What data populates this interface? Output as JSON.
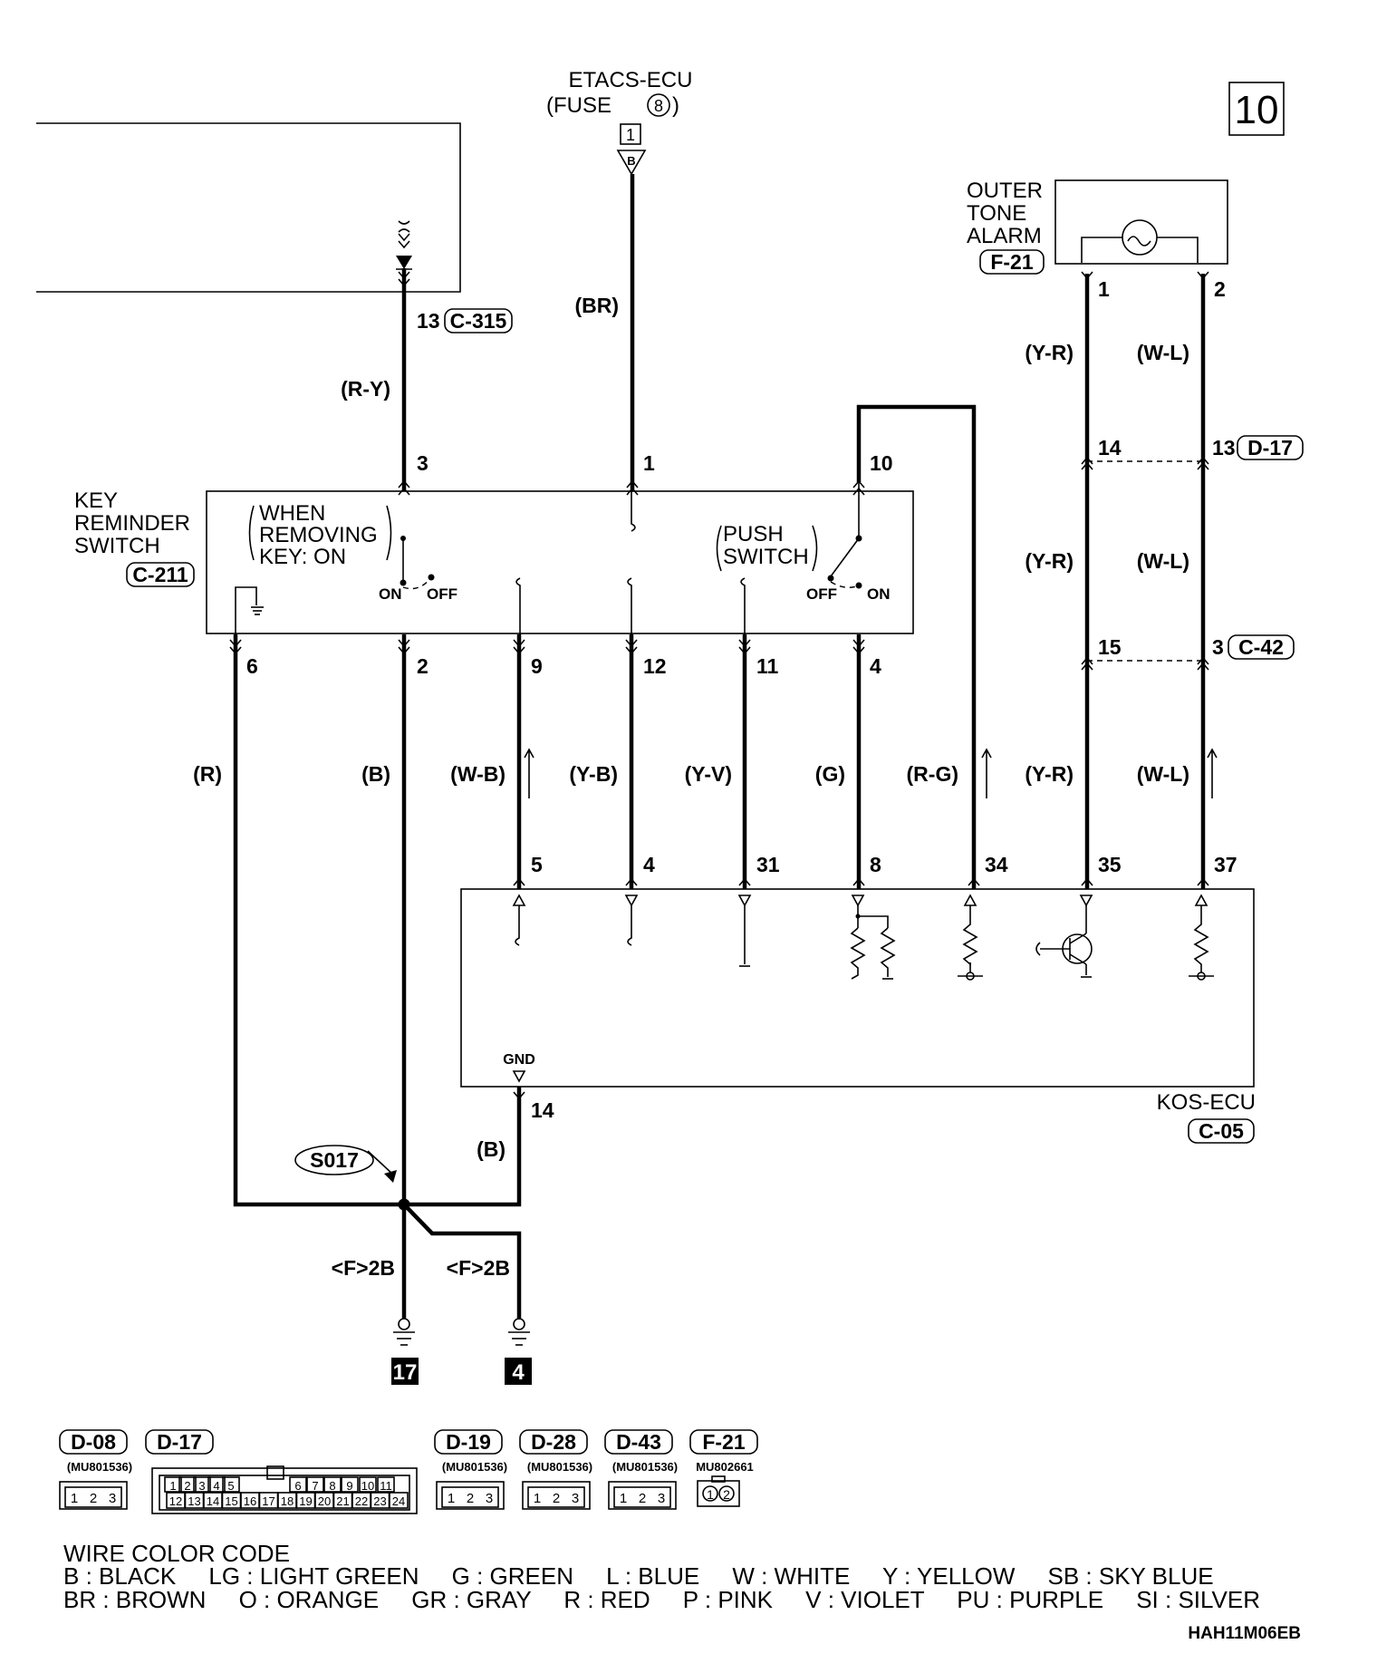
{
  "page_number": "10",
  "drawing_code": "HAH11M06EB",
  "sources": {
    "etacs_name": "ETACS-ECU",
    "etacs_fuse": "(FUSE",
    "etacs_fuse_num": "8",
    "etacs_fuse_close": ")",
    "etacs_terminal": "1",
    "etacs_letter": "B"
  },
  "components": {
    "outer_tone_alarm": {
      "line1": "OUTER",
      "line2": "TONE",
      "line3": "ALARM",
      "connector": "F-21"
    },
    "key_reminder_switch": {
      "line1": "KEY",
      "line2": "REMINDER",
      "line3": "SWITCH",
      "connector": "C-211"
    },
    "kos_ecu": {
      "name": "KOS-ECU",
      "connector": "C-05",
      "gnd_label": "GND"
    }
  },
  "switch_notes": {
    "removing_l1": "WHEN",
    "removing_l2": "REMOVING",
    "removing_l3": "KEY: ON",
    "push_l1": "PUSH",
    "push_l2": "SWITCH",
    "on": "ON",
    "off": "OFF"
  },
  "connectors": {
    "c315": "C-315",
    "d17": "D-17",
    "c42": "C-42"
  },
  "pins": {
    "c315_13": "13",
    "krs_3": "3",
    "krs_1": "1",
    "krs_10": "10",
    "krs_6": "6",
    "krs_2": "2",
    "krs_9": "9",
    "krs_12": "12",
    "krs_11": "11",
    "krs_4": "4",
    "ota_1": "1",
    "ota_2": "2",
    "d17_14": "14",
    "d17_13": "13",
    "c42_15": "15",
    "c42_3": "3",
    "kos_5": "5",
    "kos_4": "4",
    "kos_31": "31",
    "kos_8": "8",
    "kos_34": "34",
    "kos_35": "35",
    "kos_37": "37",
    "kos_14": "14"
  },
  "wires": {
    "ry": "(R-Y)",
    "br": "(BR)",
    "yr_top": "(Y-R)",
    "wl_top": "(W-L)",
    "yr_mid": "(Y-R)",
    "wl_mid": "(W-L)",
    "r": "(R)",
    "b": "(B)",
    "wb": "(W-B)",
    "yb": "(Y-B)",
    "yv": "(Y-V)",
    "g": "(G)",
    "rg": "(R-G)",
    "yr_low": "(Y-R)",
    "wl_low": "(W-L)",
    "b_gnd": "(B)"
  },
  "grounds": {
    "splice": "S017",
    "left_label": "<F>2B",
    "right_label": "<F>2B",
    "left_num": "17",
    "right_num": "4"
  },
  "connector_legend": [
    {
      "name": "D-08",
      "part": "(MU801536)",
      "pins": [
        "1",
        "2",
        "3"
      ]
    },
    {
      "name": "D-17",
      "part": "",
      "pins_top": [
        "1",
        "2",
        "3",
        "4",
        "5",
        "6",
        "7",
        "8",
        "9",
        "10",
        "11"
      ],
      "pins_bottom": [
        "12",
        "13",
        "14",
        "15",
        "16",
        "17",
        "18",
        "19",
        "20",
        "21",
        "22",
        "23",
        "24"
      ]
    },
    {
      "name": "D-19",
      "part": "(MU801536)",
      "pins": [
        "1",
        "2",
        "3"
      ]
    },
    {
      "name": "D-28",
      "part": "(MU801536)",
      "pins": [
        "1",
        "2",
        "3"
      ]
    },
    {
      "name": "D-43",
      "part": "(MU801536)",
      "pins": [
        "1",
        "2",
        "3"
      ]
    },
    {
      "name": "F-21",
      "part": "MU802661",
      "pins": [
        "1",
        "2"
      ]
    }
  ],
  "wire_color_code": {
    "title": "WIRE COLOR CODE",
    "row1": "B : BLACK     LG : LIGHT GREEN     G : GREEN     L : BLUE     W : WHITE     Y : YELLOW     SB : SKY BLUE",
    "row2": "BR : BROWN     O : ORANGE     GR : GRAY     R : RED     P : PINK     V : VIOLET     PU : PURPLE     SI : SILVER"
  }
}
